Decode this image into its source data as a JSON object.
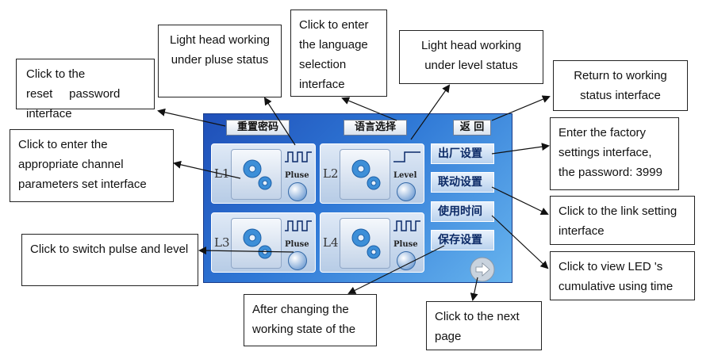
{
  "callouts": {
    "reset_password": "Click to the reset     password interface",
    "pulse_status": "Light head working under pluse status",
    "language": "Click to enter the language selection interface",
    "level_status": "Light head working under level status",
    "return": "Return to working status interface",
    "channel": "Click to enter the appropriate channel parameters set interface",
    "factory": "Enter the factory settings interface, the password: 3999",
    "link": "Click to the link setting interface",
    "switch": "Click to switch pulse and level",
    "usetime": "Click to view LED 's cumulative using time",
    "after_change": "After changing the working state of the",
    "next_page": "Click to the next page"
  },
  "screen": {
    "top_buttons": {
      "reset_pwd": "重置密码",
      "language": "语言选择",
      "back": "返 回"
    },
    "side_buttons": {
      "factory": "出厂设置",
      "link": "联动设置",
      "usetime": "使用时间",
      "save": "保存设置"
    },
    "panels": [
      {
        "channel": "L1",
        "mode": "Pluse"
      },
      {
        "channel": "L2",
        "mode": "Level"
      },
      {
        "channel": "L3",
        "mode": "Pluse"
      },
      {
        "channel": "L4",
        "mode": "Pluse"
      }
    ]
  },
  "colors": {
    "screen_blue": "#2f78d6",
    "panel": "#dfe9f6",
    "side_button_text": "#0c2a66"
  },
  "icons": [
    "gear-icon",
    "pulse-wave-icon",
    "level-wave-icon",
    "knob-icon",
    "next-arrow-icon"
  ]
}
